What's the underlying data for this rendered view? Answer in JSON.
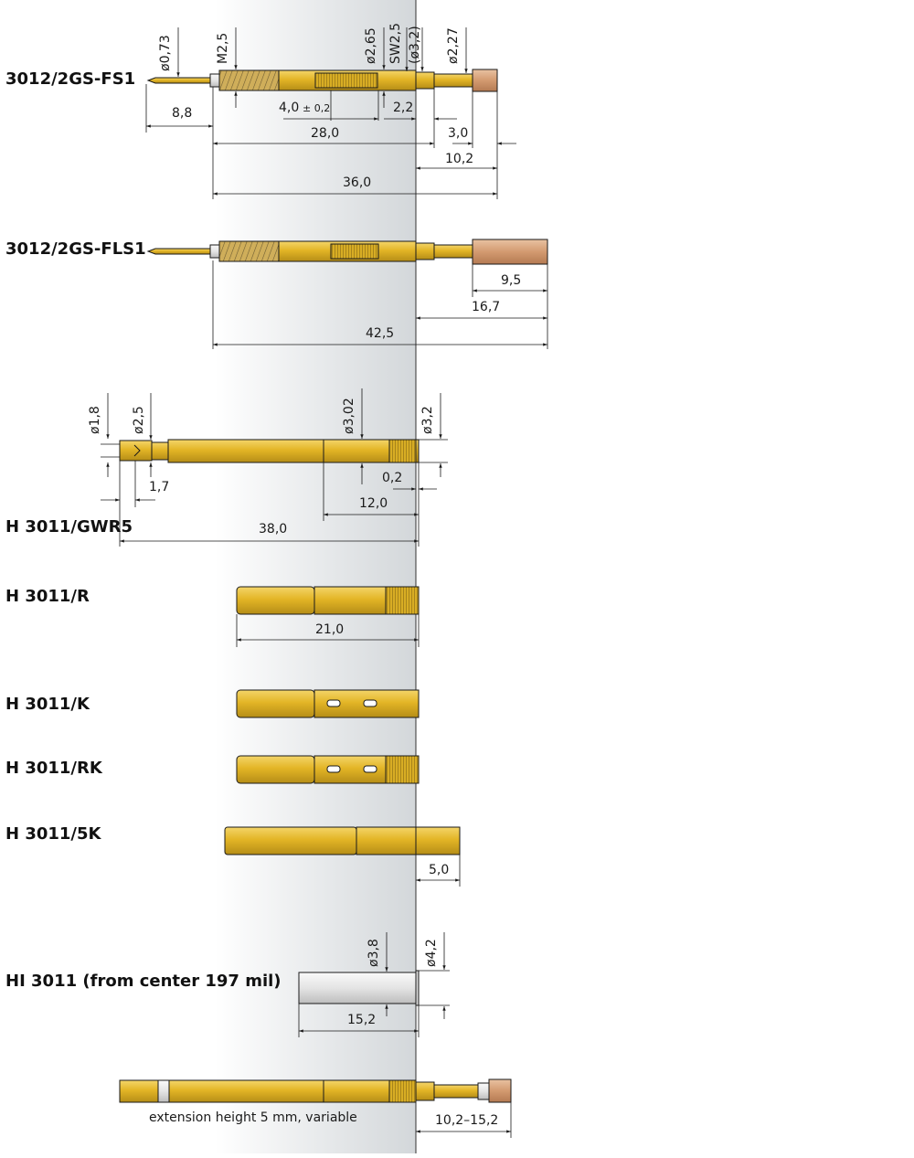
{
  "colors": {
    "gold": "#e5b92a",
    "gold_dark": "#b8901a",
    "copper": "#d6a07a",
    "steel": "#e6e6e6",
    "line": "#1a1a1a"
  },
  "parts": {
    "fs1": {
      "name": "3012/2GS-FS1",
      "dims": {
        "d073": "ø0,73",
        "m25": "M2,5",
        "d265": "ø2,65",
        "sw25": "SW2,5",
        "d32": "(ø3,2)",
        "d227": "ø2,27",
        "l88": "8,8",
        "l40": "4,0",
        "tol": "± 0,2",
        "l22": "2,2",
        "l280": "28,0",
        "l30": "3,0",
        "l102": "10,2",
        "l360": "36,0"
      }
    },
    "fls1": {
      "name": "3012/2GS-FLS1",
      "dims": {
        "l95": "9,5",
        "l167": "16,7",
        "l425": "42,5"
      }
    },
    "gwr5": {
      "name": "H 3011/GWR5",
      "dims": {
        "d18": "ø1,8",
        "d25": "ø2,5",
        "d302": "ø3,02",
        "d32": "ø3,2",
        "l02": "0,2",
        "l17": "1,7",
        "l120": "12,0",
        "l380": "38,0"
      }
    },
    "r": {
      "name": "H 3011/R",
      "dims": {
        "l210": "21,0"
      }
    },
    "k": {
      "name": "H 3011/K"
    },
    "rk": {
      "name": "H 3011/RK"
    },
    "k5": {
      "name": "H 3011/5K",
      "dims": {
        "l50": "5,0"
      }
    },
    "hi": {
      "name": "HI 3011 (from center 197 mil)",
      "dims": {
        "d38": "ø3,8",
        "d42": "ø4,2",
        "l152": "15,2"
      }
    },
    "ext": {
      "note": "extension height 5 mm, variable",
      "dims": {
        "range": "10,2–15,2"
      }
    }
  }
}
